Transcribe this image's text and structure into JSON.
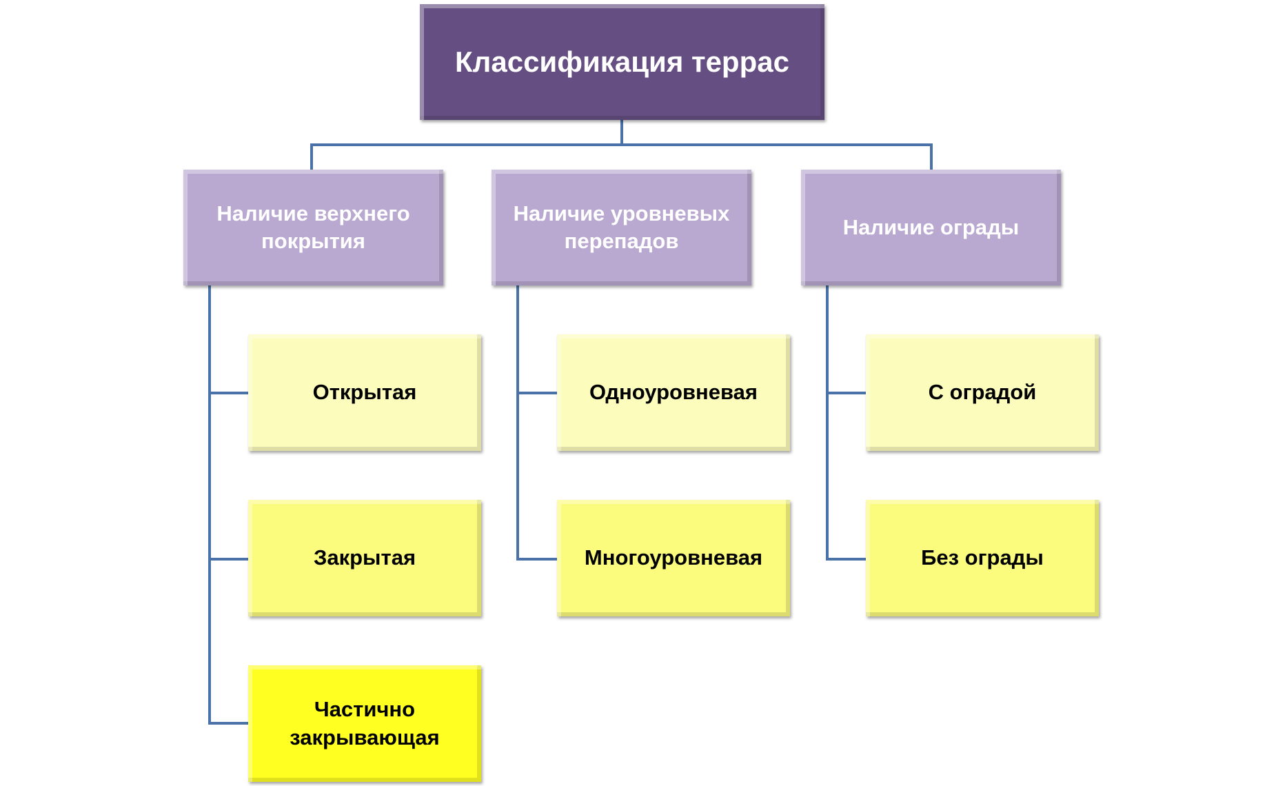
{
  "title": "Классификация террас",
  "categories": [
    {
      "label": "Наличие верхнего покрытия",
      "items": [
        "Открытая",
        "Закрытая",
        "Частично закрывающая"
      ]
    },
    {
      "label": "Наличие уровневых перепадов",
      "items": [
        "Одноуровневая",
        "Многоуровневая"
      ]
    },
    {
      "label": "Наличие ограды",
      "items": [
        "С оградой",
        "Без ограды"
      ]
    }
  ],
  "colors": {
    "root": "#654f82",
    "category": "#b9a8d0",
    "connector": "#4a72a8"
  }
}
